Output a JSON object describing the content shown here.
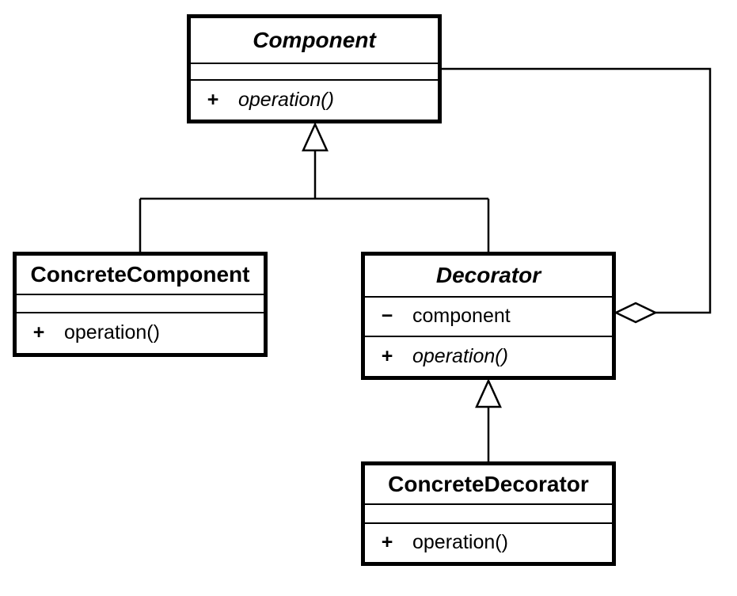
{
  "diagram": {
    "pattern_name": "Decorator",
    "classes": [
      {
        "name": "Component",
        "abstract": true,
        "attributes": [],
        "operations": [
          {
            "visibility": "+",
            "signature": "operation()",
            "abstract": true
          }
        ]
      },
      {
        "name": "ConcreteComponent",
        "abstract": false,
        "attributes": [],
        "operations": [
          {
            "visibility": "+",
            "signature": "operation()",
            "abstract": false
          }
        ]
      },
      {
        "name": "Decorator",
        "abstract": true,
        "attributes": [
          {
            "visibility": "−",
            "name": "component"
          }
        ],
        "operations": [
          {
            "visibility": "+",
            "signature": "operation()",
            "abstract": true
          }
        ]
      },
      {
        "name": "ConcreteDecorator",
        "abstract": false,
        "attributes": [],
        "operations": [
          {
            "visibility": "+",
            "signature": "operation()",
            "abstract": false
          }
        ]
      }
    ],
    "relationships": [
      {
        "type": "generalization",
        "from": "ConcreteComponent",
        "to": "Component"
      },
      {
        "type": "generalization",
        "from": "Decorator",
        "to": "Component"
      },
      {
        "type": "generalization",
        "from": "ConcreteDecorator",
        "to": "Decorator"
      },
      {
        "type": "aggregation",
        "from": "Decorator",
        "to": "Component",
        "via_member": "component"
      }
    ],
    "colors": {
      "line": "#000000",
      "fill": "#ffffff",
      "text": "#000000"
    }
  }
}
